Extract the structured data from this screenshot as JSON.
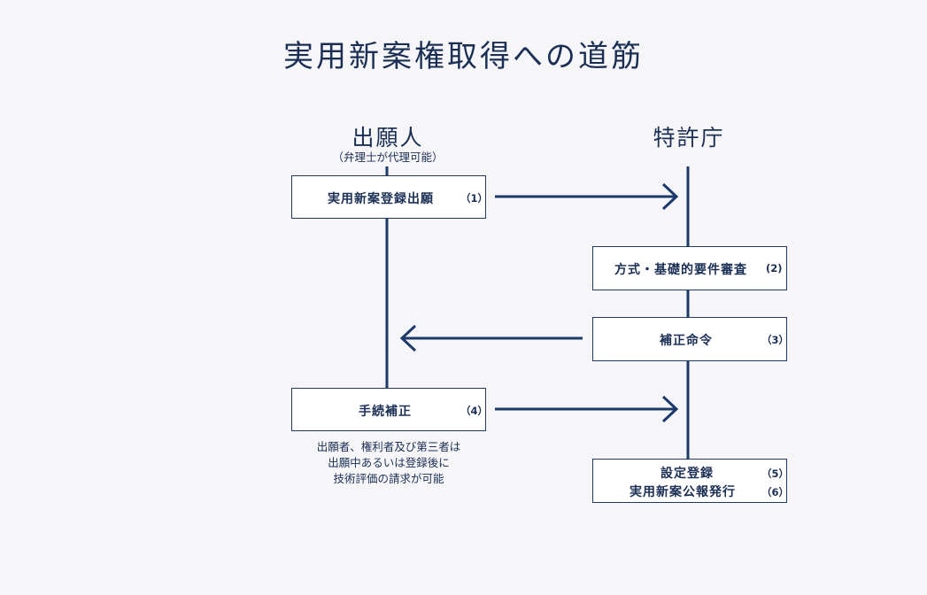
{
  "title": "実用新案権取得への道筋",
  "applicant": {
    "heading": "出願人",
    "note": "（弁理士が代理可能）"
  },
  "office": {
    "heading": "特許庁"
  },
  "steps": [
    {
      "label": "実用新案登録出願",
      "num": "（1）"
    },
    {
      "label": "方式・基礎的要件審査",
      "num": "(2)"
    },
    {
      "label": "補正命令",
      "num": "（3）"
    },
    {
      "label": "手続補正",
      "num": "（4）"
    },
    {
      "label": "設定登録",
      "num": "（5）"
    },
    {
      "label": "実用新案公報発行",
      "num": "（6）"
    }
  ],
  "note_lines": [
    "出願者、権利者及び第三者は",
    "出願中あるいは登録後に",
    "技術評価の請求が可能"
  ],
  "colors": {
    "line": "#1b3a6b",
    "text": "#1b2f55",
    "background": "#f6f6f9"
  }
}
